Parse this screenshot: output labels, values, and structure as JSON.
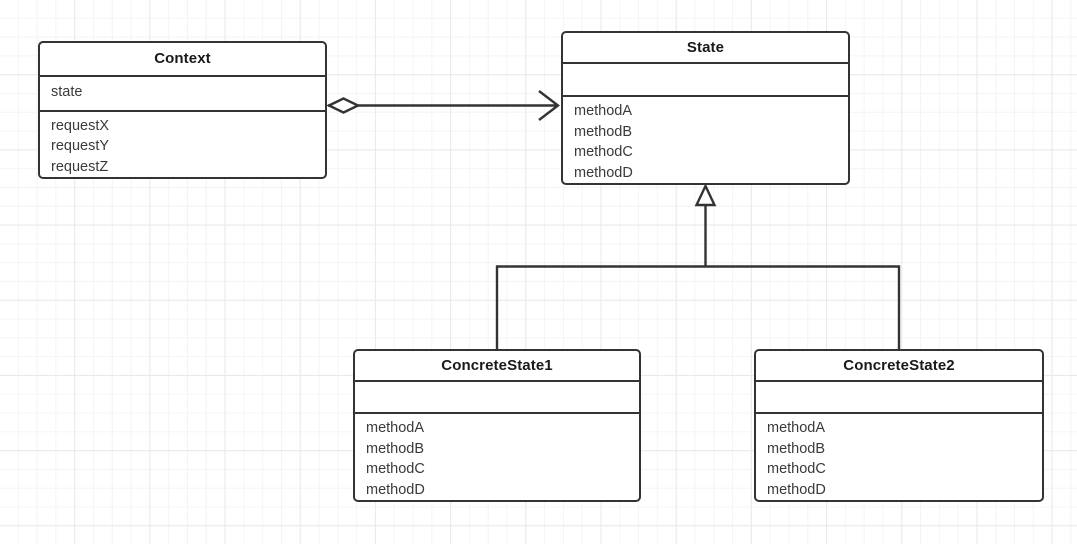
{
  "diagram": {
    "type": "uml-class-diagram",
    "pattern_name": "State",
    "background": "grid",
    "colors": {
      "border": "#333333",
      "fill": "#ffffff",
      "text": "#3a3a3a",
      "title_text": "#1a1a1a",
      "grid_minor": "#f4f4f4",
      "grid_major": "#e9e9e9"
    },
    "classes": [
      {
        "id": "context",
        "name": "Context",
        "attributes": [
          "state"
        ],
        "operations": [
          "requestX",
          "requestY",
          "requestZ"
        ]
      },
      {
        "id": "state",
        "name": "State",
        "attributes": [],
        "operations": [
          "methodA",
          "methodB",
          "methodC",
          "methodD"
        ]
      },
      {
        "id": "concrete1",
        "name": "ConcreteState1",
        "attributes": [],
        "operations": [
          "methodA",
          "methodB",
          "methodC",
          "methodD"
        ]
      },
      {
        "id": "concrete2",
        "name": "ConcreteState2",
        "attributes": [],
        "operations": [
          "methodA",
          "methodB",
          "methodC",
          "methodD"
        ]
      }
    ],
    "relationships": [
      {
        "id": "context-to-state",
        "kind": "aggregation",
        "source": "Context",
        "target": "State",
        "source_decoration": "open-diamond",
        "target_decoration": "open-arrow",
        "label": ""
      },
      {
        "id": "concrete1-to-state",
        "kind": "generalization",
        "source": "ConcreteState1",
        "target": "State",
        "source_decoration": "none",
        "target_decoration": "hollow-triangle",
        "label": ""
      },
      {
        "id": "concrete2-to-state",
        "kind": "generalization",
        "source": "ConcreteState2",
        "target": "State",
        "source_decoration": "none",
        "target_decoration": "hollow-triangle",
        "label": ""
      }
    ]
  }
}
